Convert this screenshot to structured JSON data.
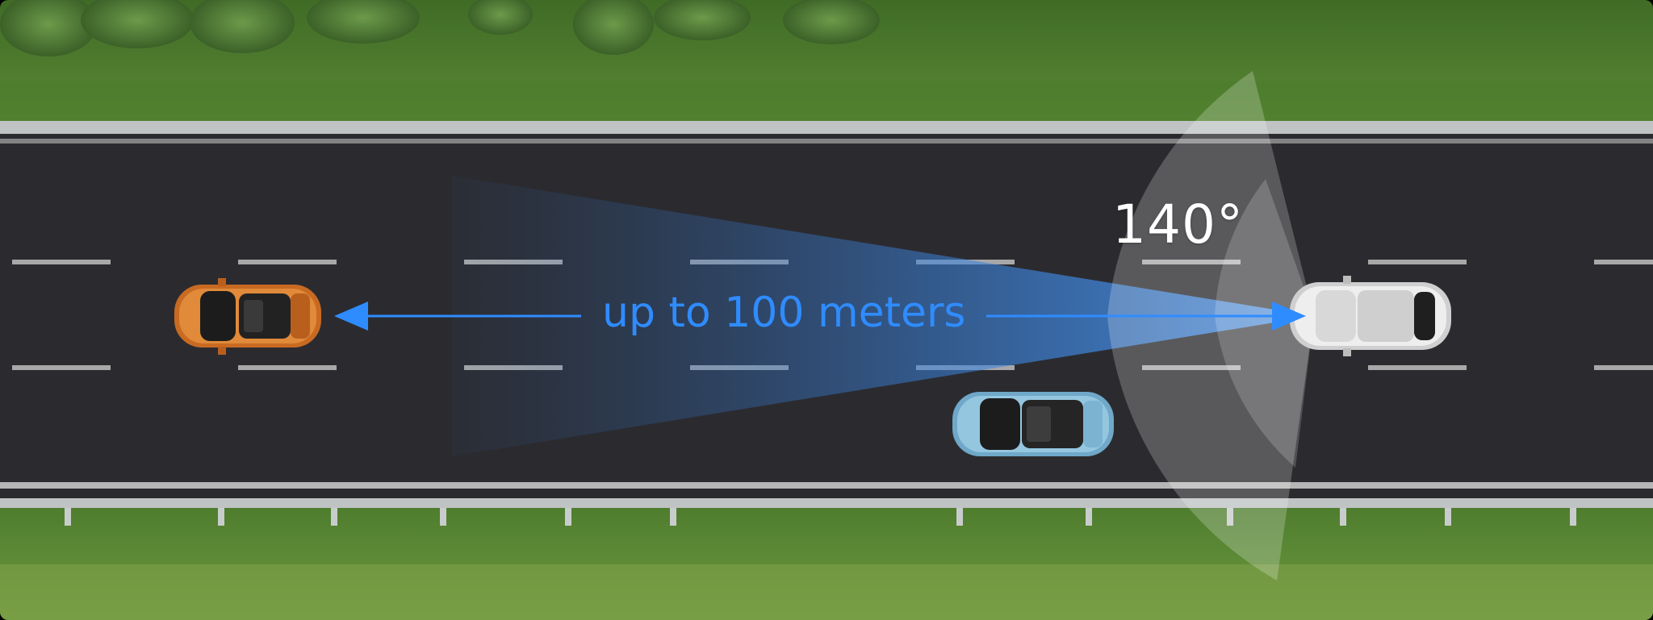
{
  "labels": {
    "field_of_view": "140°",
    "detection_range": "up to 100 meters"
  },
  "colors": {
    "grass": "#4f7a2e",
    "road": "#2b2b2f",
    "lane_marking": "#c9c9c9",
    "radar_beam": "#2f7ee8",
    "wide_angle_beam": "#ffffff",
    "range_text": "#2f8cff",
    "ego_car": "#e6e6e6",
    "lead_car": "#d8782a",
    "side_car": "#8cc3e0"
  },
  "icons": {
    "range_arrow": "double-headed-arrow"
  }
}
